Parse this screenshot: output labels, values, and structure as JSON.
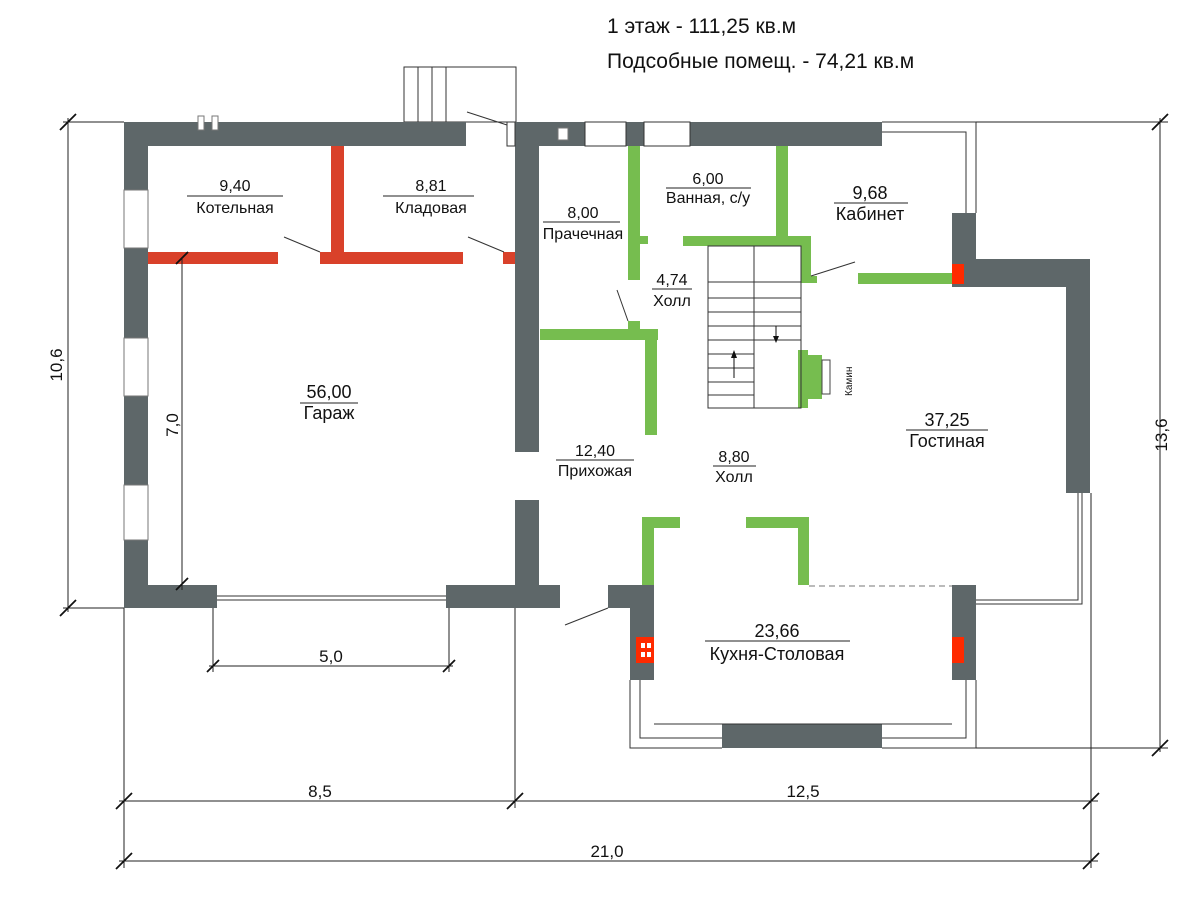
{
  "header": {
    "line1": "1 этаж - 111,25 кв.м",
    "line2": "Подсобные помещ. - 74,21 кв.м"
  },
  "rooms": [
    {
      "key": "kotelnaya",
      "area": "9,40",
      "name": "Котельная"
    },
    {
      "key": "kladovaya",
      "area": "8,81",
      "name": "Кладовая"
    },
    {
      "key": "prachechnaya",
      "area": "8,00",
      "name": "Прачечная"
    },
    {
      "key": "vannaya",
      "area": "6,00",
      "name": "Ванная, с/у"
    },
    {
      "key": "kabinet",
      "area": "9,68",
      "name": "Кабинет"
    },
    {
      "key": "holl1",
      "area": "4,74",
      "name": "Холл"
    },
    {
      "key": "garazh",
      "area": "56,00",
      "name": "Гараж"
    },
    {
      "key": "gostinaya",
      "area": "37,25",
      "name": "Гостиная"
    },
    {
      "key": "prihozhaya",
      "area": "12,40",
      "name": "Прихожая"
    },
    {
      "key": "holl2",
      "area": "8,80",
      "name": "Холл"
    },
    {
      "key": "kuhnya",
      "area": "23,66",
      "name": "Кухня-Столовая"
    }
  ],
  "fireplace_label": "Камин",
  "dimensions": {
    "left_height": "10,6",
    "right_height": "13,6",
    "garage_depth": "7,0",
    "garage_gate": "5,0",
    "left_width": "8,5",
    "right_width": "12,5",
    "total_width": "21,0"
  }
}
